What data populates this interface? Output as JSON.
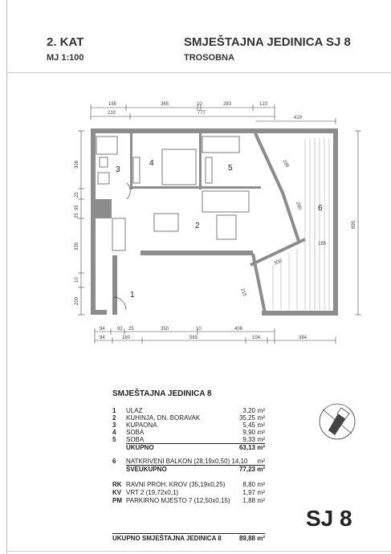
{
  "header": {
    "floor": "2. KAT",
    "scale": "MJ 1:100",
    "unit_title": "SMJEŠTAJNA JEDINICA SJ 8",
    "unit_type": "TROSOBNA"
  },
  "dimensions": {
    "top_row1": [
      "185",
      "365",
      "10",
      "283",
      "123"
    ],
    "top_row2": [
      "210",
      "777"
    ],
    "top_right": "419",
    "left": [
      "308",
      "25",
      "95",
      "25",
      "339",
      "10",
      "200"
    ],
    "right": "895",
    "bottom_row1": [
      "94",
      "92",
      "25",
      "350",
      "10",
      "406"
    ],
    "bottom_row2": [
      "94",
      "160",
      "565",
      "104",
      "384"
    ],
    "interior": [
      "298",
      "280",
      "165",
      "300",
      "215"
    ]
  },
  "rooms": [
    "1",
    "2",
    "3",
    "4",
    "5",
    "6"
  ],
  "table": {
    "title": "SMJEŠTAJNA JEDINICA 8",
    "rows": [
      {
        "no": "1",
        "name": "ULAZ",
        "area": "3,20",
        "unit": "m²"
      },
      {
        "no": "2",
        "name": "KUHINJA, DN. BORAVAK",
        "area": "35,25",
        "unit": "m²"
      },
      {
        "no": "3",
        "name": "KUPAONA",
        "area": "5,45",
        "unit": "m²"
      },
      {
        "no": "4",
        "name": "SOBA",
        "area": "9,90",
        "unit": "m²"
      },
      {
        "no": "5",
        "name": "SOBA",
        "area": "9,33",
        "unit": "m²"
      }
    ],
    "subtotal": {
      "name": "UKUPNO",
      "area": "63,13",
      "unit": "m²"
    },
    "balcony": {
      "no": "6",
      "name": "NATKRIVENI BALKON (28,19x0,50) 14,10",
      "unit": "m²"
    },
    "grand": {
      "name": "SVEUKUPNO",
      "area": "77,23",
      "unit": "m²"
    },
    "extras": [
      {
        "no": "RK",
        "name": "RAVNI PROH. KROV (35,19x0,25)",
        "area": "8,80",
        "unit": "m²"
      },
      {
        "no": "KV",
        "name": "VRT 2 (19,72x0,1)",
        "area": "1,97",
        "unit": "m²"
      },
      {
        "no": "PM",
        "name": "PARKIRNO MJESTO 7 (12,50x0,15)",
        "area": "1,88",
        "unit": "m²"
      }
    ],
    "total": {
      "name": "UKUPNO SMJEŠTAJNA JEDINICA 8",
      "area": "89,88",
      "unit": "m²"
    }
  },
  "label_big": "SJ 8"
}
